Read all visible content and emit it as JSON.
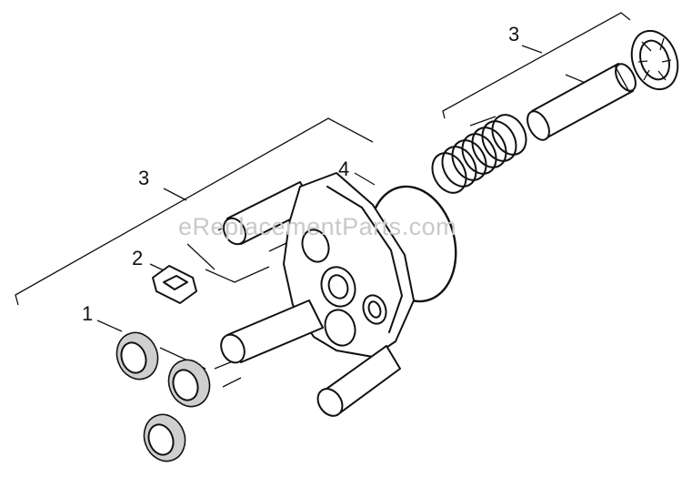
{
  "diagram": {
    "callouts": [
      {
        "id": "c1",
        "label": "1"
      },
      {
        "id": "c2",
        "label": "2"
      },
      {
        "id": "c3a",
        "label": "3"
      },
      {
        "id": "c3b",
        "label": "3"
      },
      {
        "id": "c4",
        "label": "4"
      }
    ],
    "watermark": "eReplacementParts.com"
  }
}
